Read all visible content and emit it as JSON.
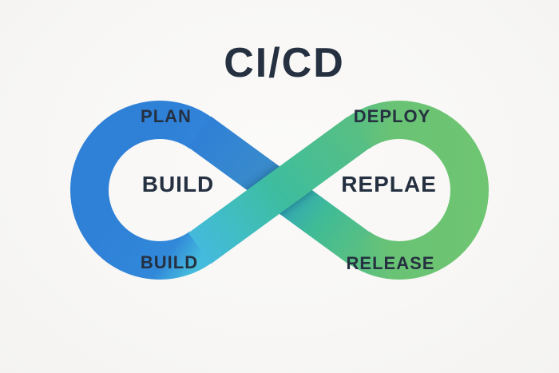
{
  "diagram": {
    "title": "CI/CD",
    "left_loop": {
      "top_label": "PLAN",
      "center_label": "BUILD",
      "bottom_label": "BUILD",
      "color": "#2F82DA"
    },
    "right_loop": {
      "top_label": "DEPLOY",
      "center_label": "REPLAE",
      "bottom_label": "RELEASE",
      "color": "#6DC473"
    },
    "colors": {
      "blue": "#2F80D7",
      "cyan": "#44BADC",
      "teal_green": "#3EBD9E",
      "green": "#6DC473",
      "text": "#253040",
      "background": "#F8F7F5"
    }
  }
}
